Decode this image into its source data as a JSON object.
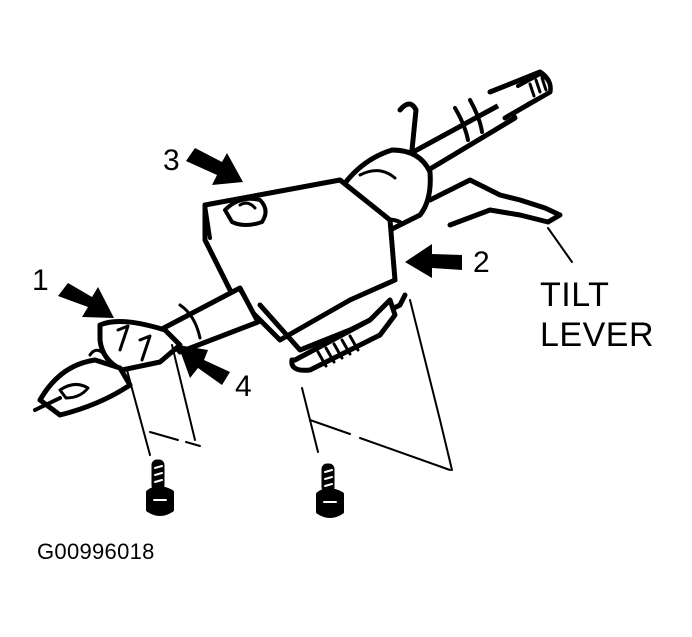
{
  "diagram": {
    "subject": "Steering column assembly",
    "callouts": [
      {
        "id": "1",
        "label": "1"
      },
      {
        "id": "2",
        "label": "2"
      },
      {
        "id": "3",
        "label": "3"
      },
      {
        "id": "4",
        "label": "4"
      }
    ],
    "part_labels": {
      "tilt_lever_line1": "TILT",
      "tilt_lever_line2": "LEVER"
    },
    "figure_id": "G00996018",
    "colors": {
      "ink": "#000000",
      "paper": "#ffffff"
    }
  }
}
